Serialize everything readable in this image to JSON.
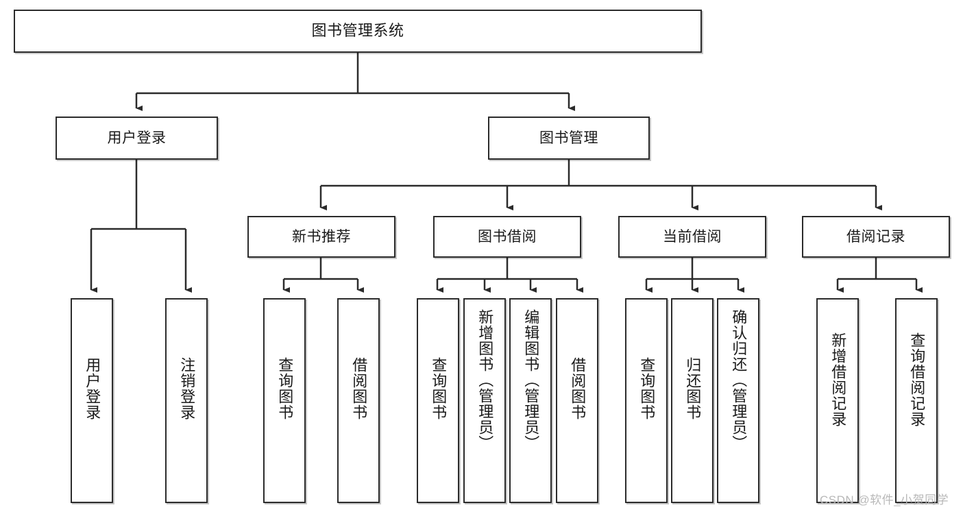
{
  "diagram": {
    "title": "图书管理系统",
    "type": "hierarchy-tree",
    "watermark": "CSDN @软件_小贺同学",
    "colors": {
      "stroke": "#2b2b2b",
      "fill": "#ffffff",
      "text": "#1a1a1a",
      "watermark": "#b8b8b8"
    },
    "nodes": {
      "root": {
        "label": "图书管理系统",
        "level": 1,
        "orientation": "horizontal"
      },
      "level2": [
        {
          "id": "user-login",
          "label": "用户登录",
          "orientation": "horizontal"
        },
        {
          "id": "book-manage",
          "label": "图书管理",
          "orientation": "horizontal"
        }
      ],
      "level3": [
        {
          "id": "new-book-recommend",
          "label": "新书推荐",
          "orientation": "horizontal"
        },
        {
          "id": "book-borrow",
          "label": "图书借阅",
          "orientation": "horizontal"
        },
        {
          "id": "current-borrow",
          "label": "当前借阅",
          "orientation": "horizontal"
        },
        {
          "id": "borrow-record",
          "label": "借阅记录",
          "orientation": "horizontal"
        }
      ],
      "leaves": [
        {
          "id": "leaf-user-login",
          "label": "用户登录",
          "parent": "user-login",
          "orientation": "vertical"
        },
        {
          "id": "leaf-user-logout",
          "label": "注销登录",
          "parent": "user-login",
          "orientation": "vertical"
        },
        {
          "id": "leaf-query-book-1",
          "label": "查询图书",
          "parent": "new-book-recommend",
          "orientation": "vertical"
        },
        {
          "id": "leaf-borrow-book-1",
          "label": "借阅图书",
          "parent": "new-book-recommend",
          "orientation": "vertical"
        },
        {
          "id": "leaf-query-book-2",
          "label": "查询图书",
          "parent": "book-borrow",
          "orientation": "vertical"
        },
        {
          "id": "leaf-add-book",
          "label": "新增图书（管理员）",
          "parent": "book-borrow",
          "orientation": "vertical"
        },
        {
          "id": "leaf-edit-book",
          "label": "编辑图书（管理员）",
          "parent": "book-borrow",
          "orientation": "vertical"
        },
        {
          "id": "leaf-borrow-book-2",
          "label": "借阅图书",
          "parent": "book-borrow",
          "orientation": "vertical"
        },
        {
          "id": "leaf-query-book-3",
          "label": "查询图书",
          "parent": "current-borrow",
          "orientation": "vertical"
        },
        {
          "id": "leaf-return-book",
          "label": "归还图书",
          "parent": "current-borrow",
          "orientation": "vertical"
        },
        {
          "id": "leaf-confirm-return",
          "label": "确认归还（管理员）",
          "parent": "current-borrow",
          "orientation": "vertical"
        },
        {
          "id": "leaf-add-record",
          "label": "新增借阅记录",
          "parent": "borrow-record",
          "orientation": "vertical"
        },
        {
          "id": "leaf-query-record",
          "label": "查询借阅记录",
          "parent": "borrow-record",
          "orientation": "vertical"
        }
      ]
    }
  }
}
